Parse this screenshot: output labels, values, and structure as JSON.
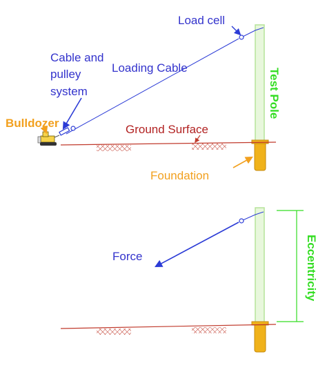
{
  "labels": {
    "load_cell": "Load cell",
    "cable_pulley_line1": "Cable and",
    "cable_pulley_line2": "pulley",
    "cable_pulley_line3": "system",
    "loading_cable": "Loading Cable",
    "test_pole": "Test Pole",
    "bulldozer": "Bulldozer",
    "ground_surface": "Ground Surface",
    "foundation": "Foundation",
    "force": "Force",
    "eccentricity": "Eccentricity"
  },
  "colors": {
    "blue_text": "#3333cc",
    "blue_line": "#2b3bd6",
    "green_text": "#33dd22",
    "pole_fill": "#e8f7dc",
    "pole_stroke": "#b5e39a",
    "orange_text": "#f2a01e",
    "foundation_fill": "#f0b21a",
    "ground_line": "#c0392b",
    "hatch": "#c0392b",
    "red_text": "#b22222"
  },
  "icons": {
    "bulldozer": "bulldozer-icon",
    "load_cell": "load-cell-icon",
    "pulley": "pulley-icon"
  }
}
